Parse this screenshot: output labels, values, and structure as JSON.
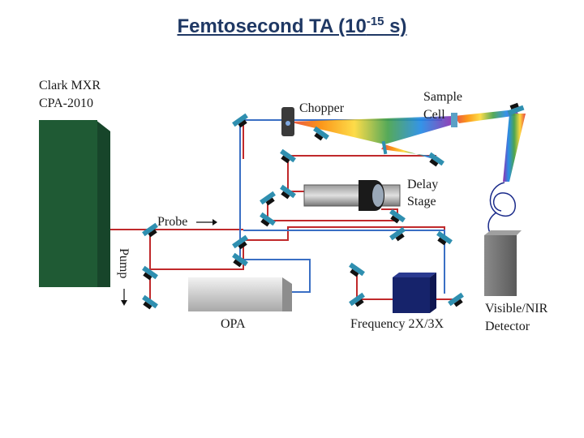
{
  "title": {
    "text_main": "Femtosecond TA (10",
    "exponent": "-15",
    "text_end": " s)"
  },
  "labels": {
    "laser_line1": "Clark MXR",
    "laser_line2": "CPA-2010",
    "chopper": "Chopper",
    "sample_line1": "Sample",
    "sample_line2": "Cell",
    "delay_line1": "Delay",
    "delay_line2": "Stage",
    "probe": "Probe",
    "pump": "Pump",
    "opa": "OPA",
    "frequency": "Frequency 2X/3X",
    "detector_line1": "Visible/NIR",
    "detector_line2": "Detector"
  },
  "colors": {
    "title": "#1f3864",
    "red_beam": "#c0292b",
    "blue_beam": "#3a6fc4",
    "laser_box": "#1f5a34",
    "mirror": "#2f8fb0"
  }
}
